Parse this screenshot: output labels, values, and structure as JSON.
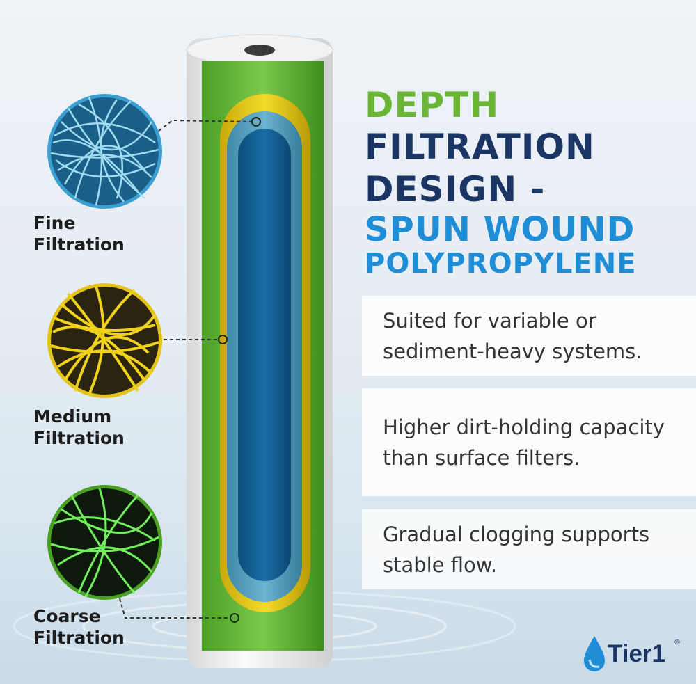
{
  "labels": {
    "fine": [
      "Fine",
      "Filtration"
    ],
    "medium": [
      "Medium",
      "Filtration"
    ],
    "coarse": [
      "Coarse",
      "Filtration"
    ]
  },
  "title": {
    "line1": "DEPTH",
    "line2": "FILTRATION",
    "line3": "DESIGN -",
    "line4": "SPUN WOUND",
    "line5": "POLYPROPYLENE"
  },
  "features": [
    "Suited for variable or sediment-heavy systems.",
    "Higher dirt-holding capacity than surface filters.",
    "Gradual clogging supports stable flow."
  ],
  "brand": {
    "name": "Tier1",
    "mark": "®"
  },
  "colors": {
    "green": "#6ab536",
    "navy": "#1b3564",
    "blue": "#1f8ed6",
    "fine_fiber": "#8fd3f0",
    "medium_fiber": "#f0d21a",
    "coarse_fiber": "#6ff05a"
  }
}
